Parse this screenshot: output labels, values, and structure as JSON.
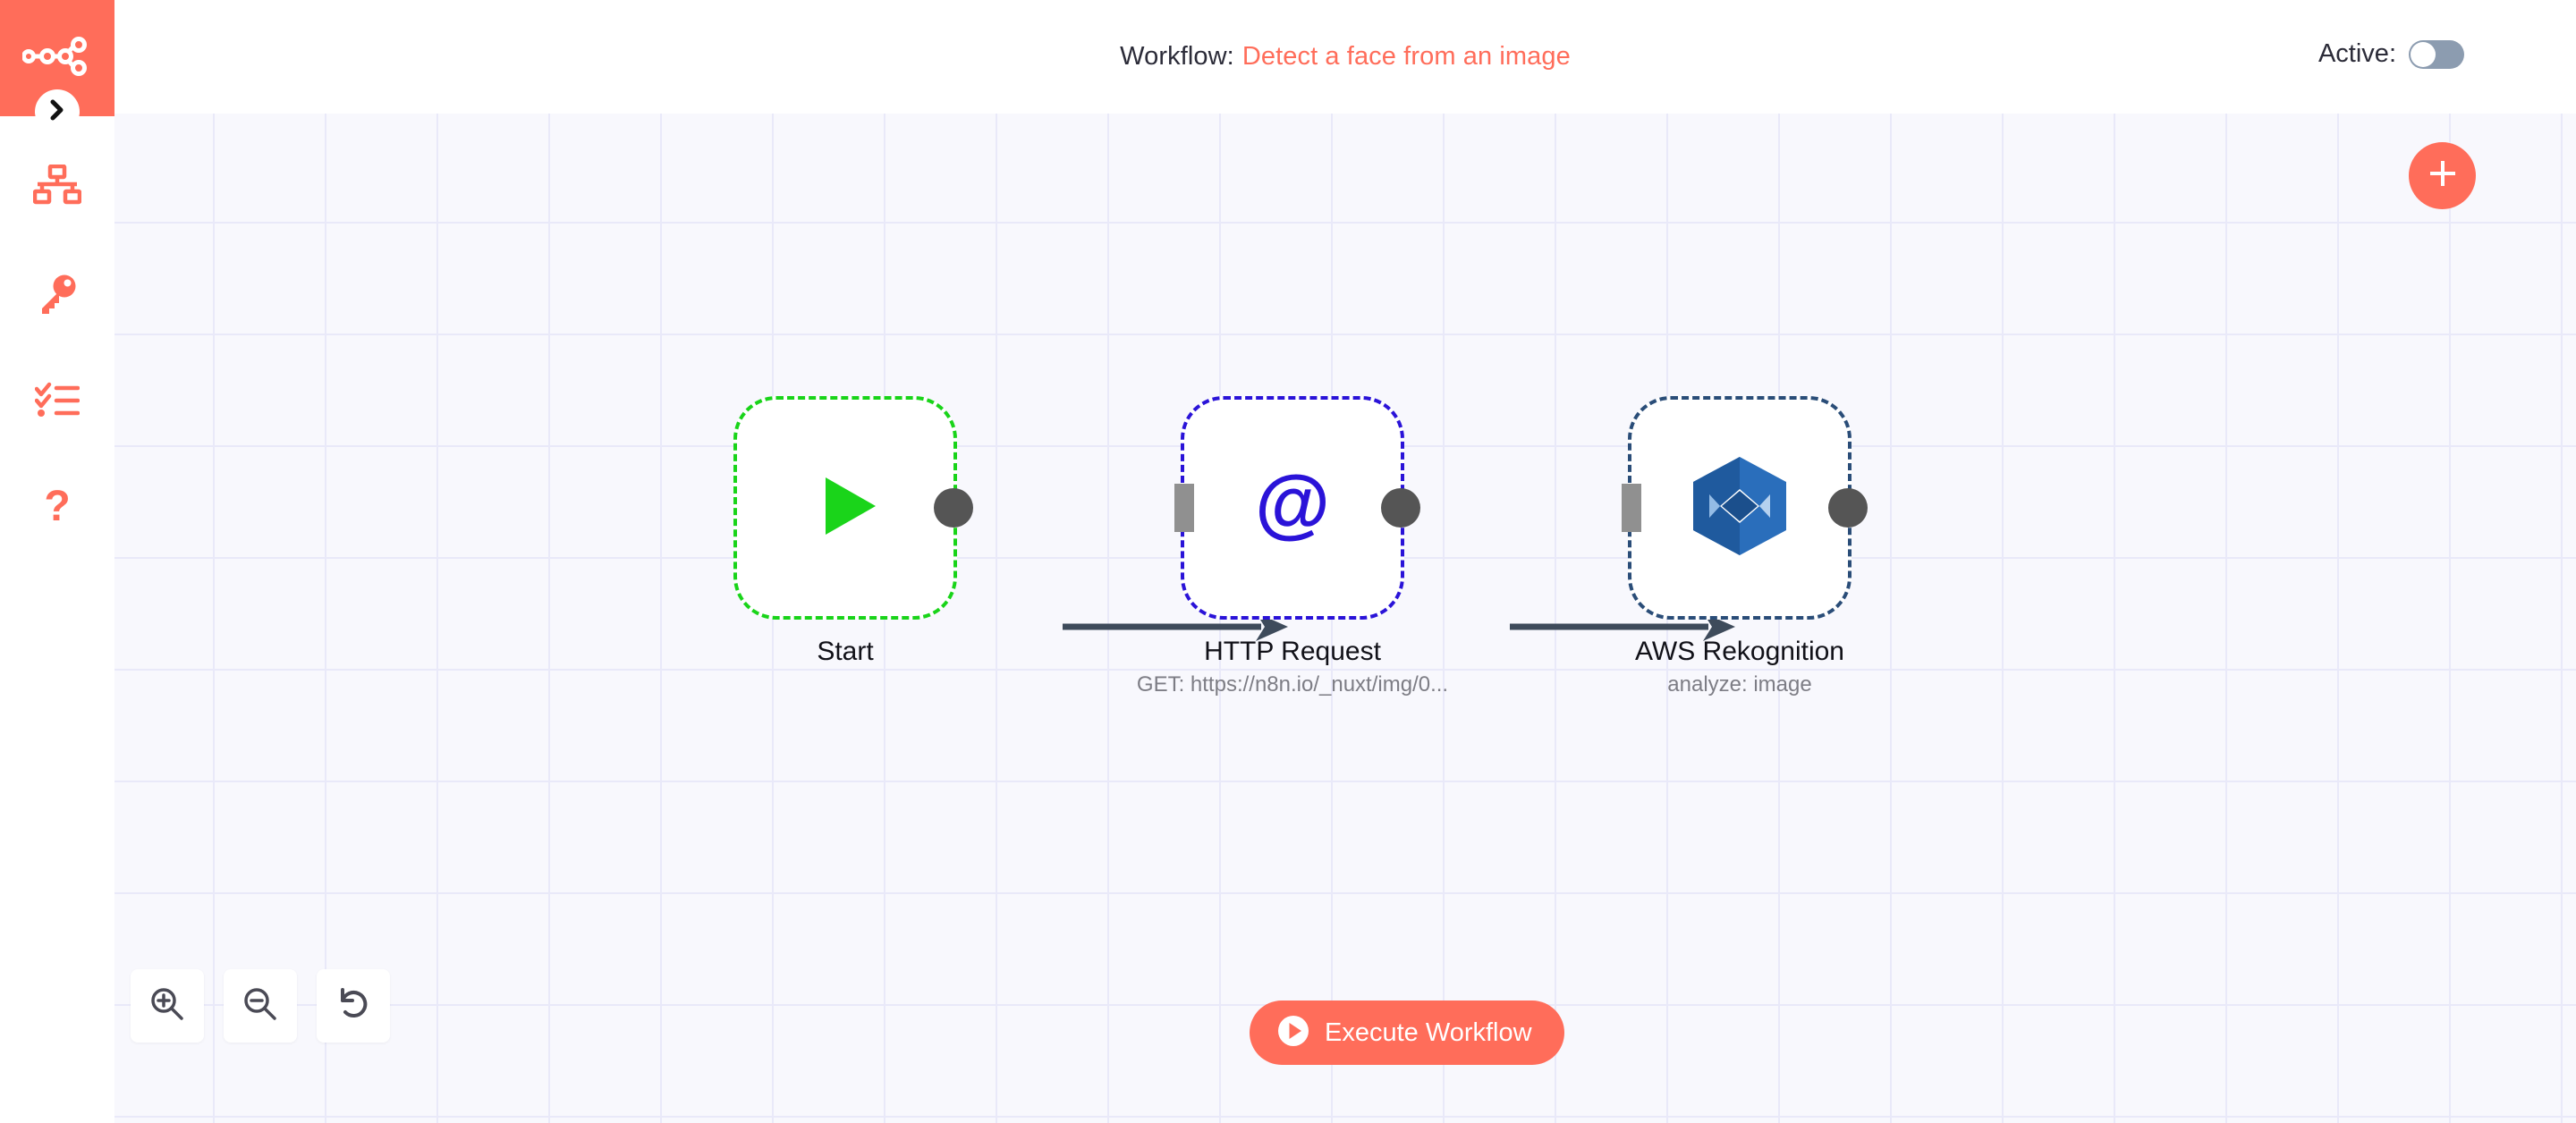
{
  "header": {
    "workflow_label": "Workflow:",
    "workflow_name": "Detect a face from an image",
    "active_label": "Active:",
    "active_state": "off",
    "accent_color": "#ff6d5a"
  },
  "sidebar": {
    "logo_icon": "n8n-nodes-logo",
    "logo_bg": "#ff6d5a",
    "expand_icon": "chevron-right-icon",
    "items": [
      {
        "icon": "sitemap-icon",
        "name": "workflows"
      },
      {
        "icon": "key-icon",
        "name": "credentials"
      },
      {
        "icon": "checklist-icon",
        "name": "executions"
      },
      {
        "icon": "question-mark-icon",
        "name": "help"
      }
    ]
  },
  "canvas": {
    "background_color": "#f8f8fd",
    "grid_line_color": "#e9e9f9",
    "grid_size": 125,
    "add_node_button": {
      "icon": "plus-icon",
      "color": "#ff6d5a"
    },
    "nodes": [
      {
        "name": "Start",
        "subtitle": "",
        "icon": "play-triangle-icon",
        "icon_color": "#19d419",
        "border_color": "#19d419",
        "has_input": false,
        "has_output": true
      },
      {
        "name": "HTTP Request",
        "subtitle": "GET: https://n8n.io/_nuxt/img/0...",
        "icon": "at-sign-icon",
        "icon_color": "#2a13d8",
        "border_color": "#2a13d8",
        "has_input": true,
        "has_output": true
      },
      {
        "name": "AWS Rekognition",
        "subtitle": "analyze: image",
        "icon": "aws-rekognition-cube-icon",
        "icon_color": "#2a6ebb",
        "border_color": "#2a4d78",
        "has_input": true,
        "has_output": true
      }
    ],
    "connections": [
      {
        "from": "Start",
        "to": "HTTP Request"
      },
      {
        "from": "HTTP Request",
        "to": "AWS Rekognition"
      }
    ]
  },
  "zoom_controls": [
    {
      "icon": "zoom-in-icon",
      "name": "zoom-in"
    },
    {
      "icon": "zoom-out-icon",
      "name": "zoom-out"
    },
    {
      "icon": "reset-zoom-icon",
      "name": "reset-zoom"
    }
  ],
  "execute": {
    "label": "Execute Workflow",
    "icon": "play-circle-icon",
    "color": "#ff6d5a"
  }
}
